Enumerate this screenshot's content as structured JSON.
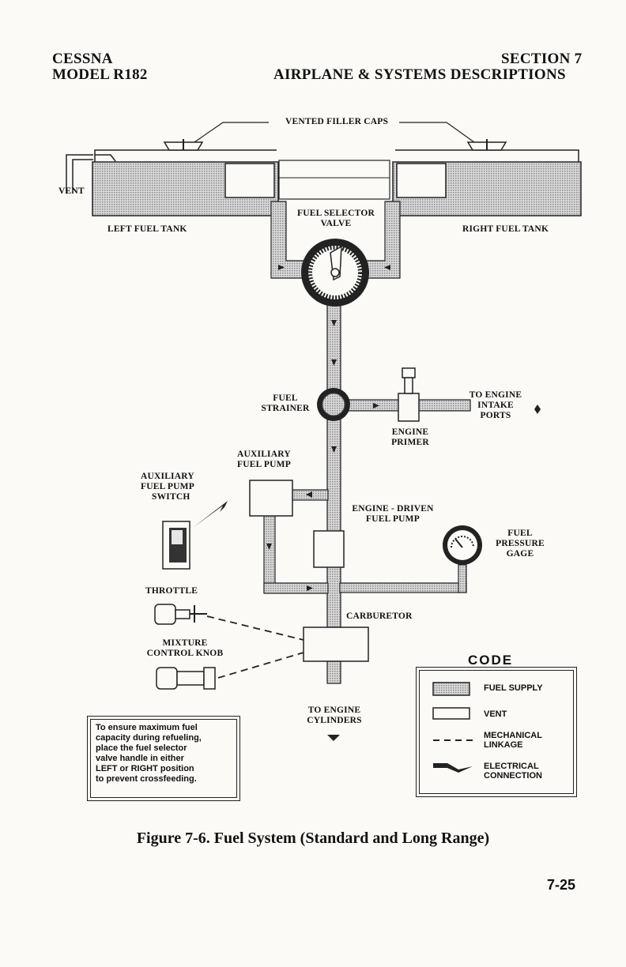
{
  "header": {
    "left_line1": "CESSNA",
    "left_line2": "MODEL R182",
    "right_line1": "SECTION 7",
    "right_line2": "AIRPLANE & SYSTEMS DESCRIPTIONS"
  },
  "labels": {
    "vented_filler_caps": "VENTED FILLER CAPS",
    "vent": "VENT",
    "left_fuel_tank": "LEFT FUEL TANK",
    "right_fuel_tank": "RIGHT FUEL TANK",
    "fuel_selector_valve_1": "FUEL SELECTOR",
    "fuel_selector_valve_2": "VALVE",
    "fuel_strainer_1": "FUEL",
    "fuel_strainer_2": "STRAINER",
    "to_engine_intake_1": "TO ENGINE",
    "to_engine_intake_2": "INTAKE",
    "to_engine_intake_3": "PORTS",
    "engine_primer_1": "ENGINE",
    "engine_primer_2": "PRIMER",
    "aux_fuel_pump_1": "AUXILIARY",
    "aux_fuel_pump_2": "FUEL PUMP",
    "aux_pump_switch_1": "AUXILIARY",
    "aux_pump_switch_2": "FUEL PUMP",
    "aux_pump_switch_3": "SWITCH",
    "engine_driven_pump_1": "ENGINE - DRIVEN",
    "engine_driven_pump_2": "FUEL PUMP",
    "fuel_pressure_gage_1": "FUEL",
    "fuel_pressure_gage_2": "PRESSURE",
    "fuel_pressure_gage_3": "GAGE",
    "throttle": "THROTTLE",
    "carburetor": "CARBURETOR",
    "mixture_1": "MIXTURE",
    "mixture_2": "CONTROL KNOB",
    "to_cylinders_1": "TO ENGINE",
    "to_cylinders_2": "CYLINDERS"
  },
  "note": {
    "line1": "To ensure maximum fuel",
    "line2": "capacity during refueling,",
    "line3": "place the fuel selector",
    "line4": "valve handle in either",
    "line5": "LEFT or RIGHT position",
    "line6": "to prevent crossfeeding."
  },
  "code": {
    "title": "CODE",
    "fuel_supply": "FUEL SUPPLY",
    "vent": "VENT",
    "mech_1": "MECHANICAL",
    "mech_2": "LINKAGE",
    "elec_1": "ELECTRICAL",
    "elec_2": "CONNECTION"
  },
  "caption": "Figure 7-6.  Fuel System (Standard and Long Range)",
  "page_number": "7-25"
}
